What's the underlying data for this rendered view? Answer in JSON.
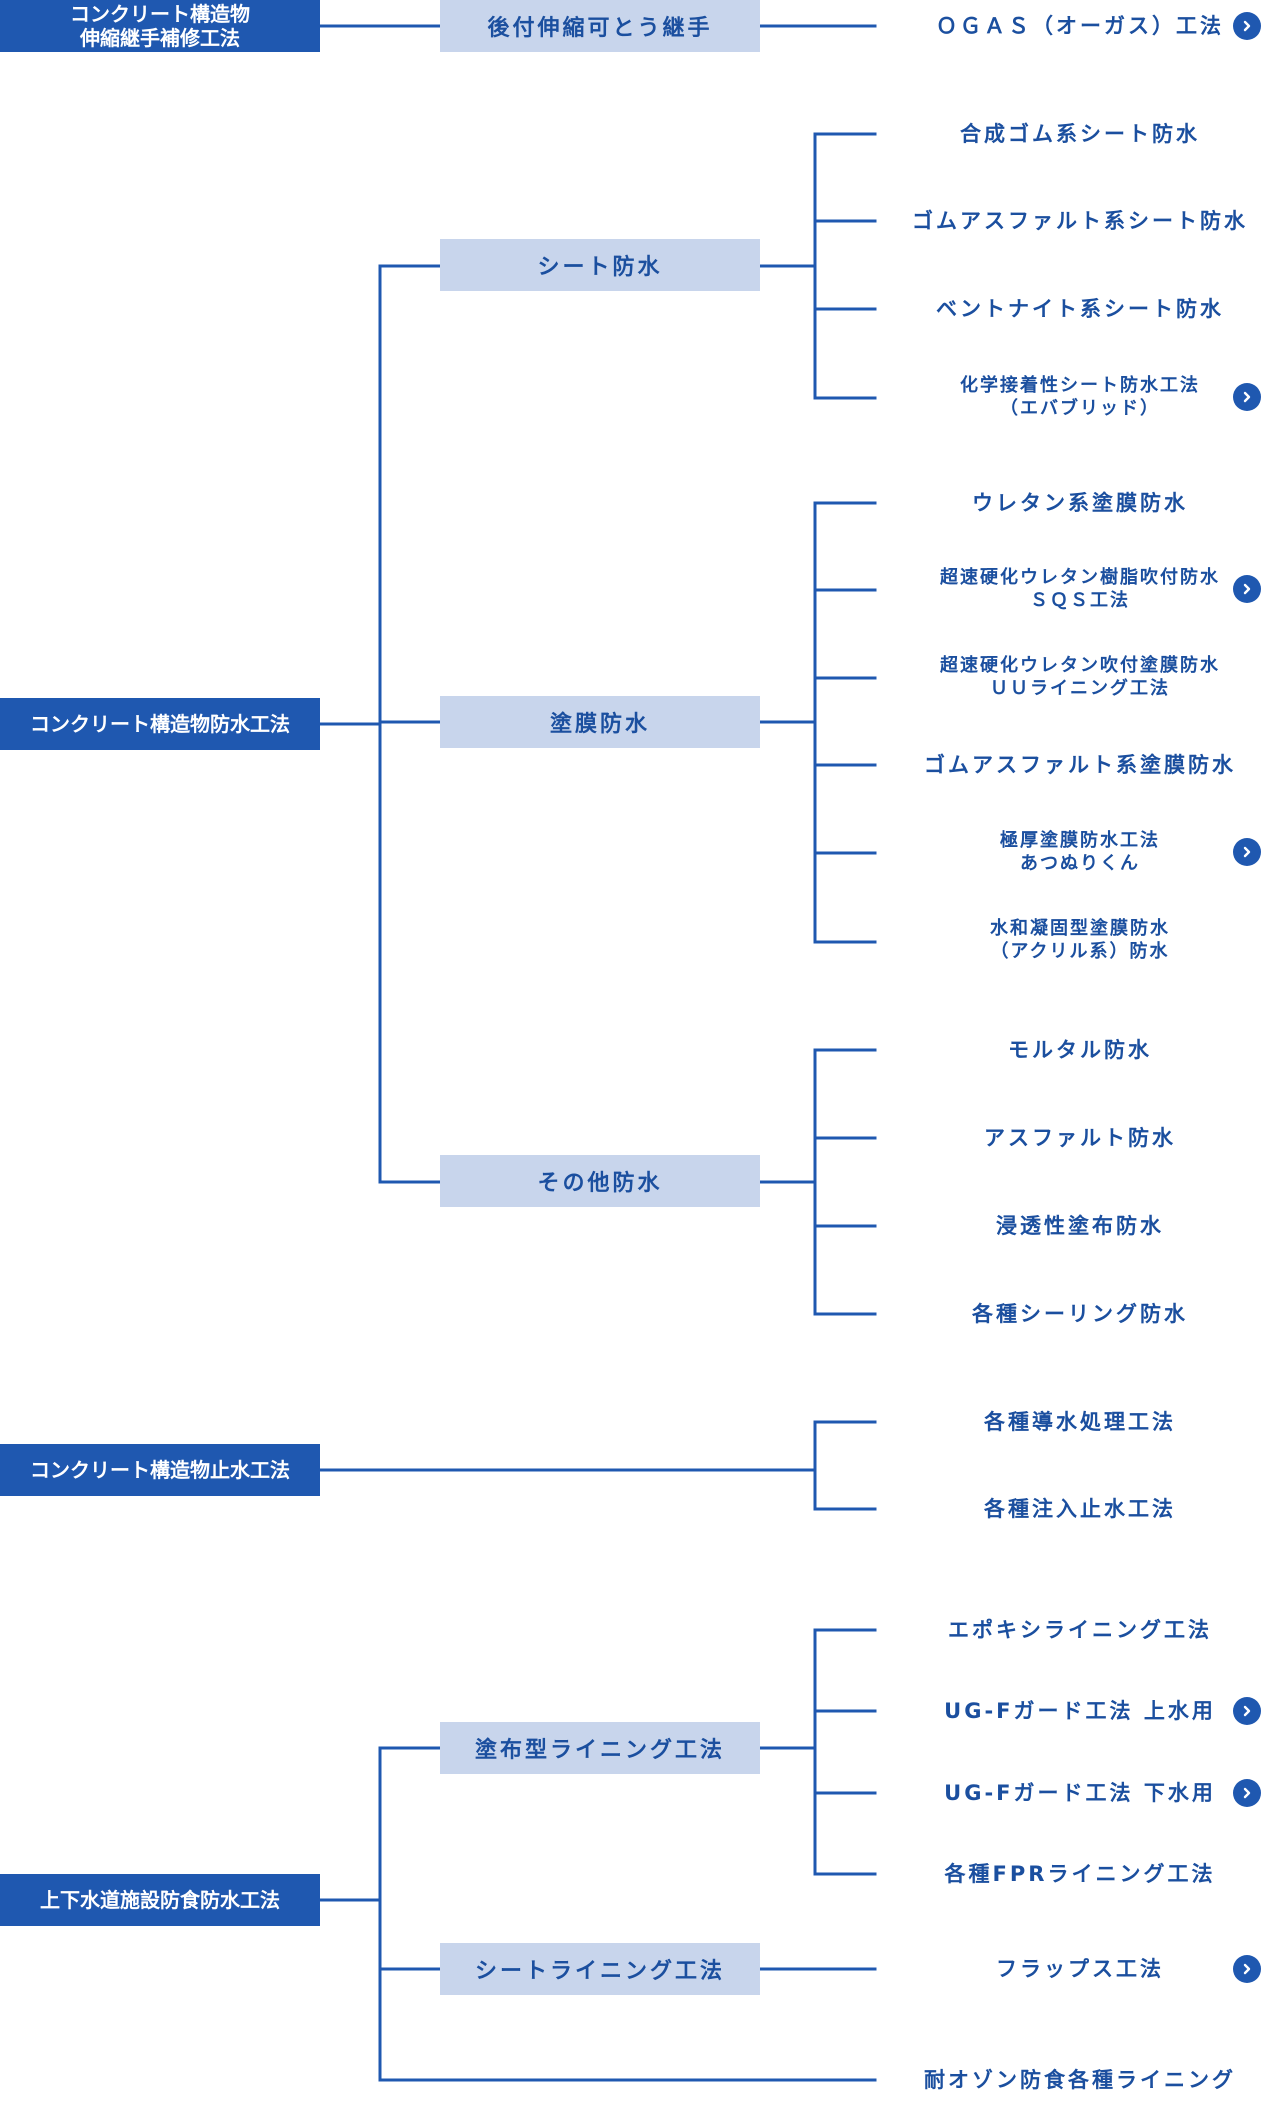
{
  "colors": {
    "primary": "#1f58b0",
    "sub_box": "#c8d5ec",
    "text": "#1b4f9f"
  },
  "categories": [
    {
      "label": "コンクリート構造物\n伸縮継手補修工法",
      "subs": [
        {
          "label": "後付伸縮可とう継手",
          "leaves": [
            {
              "label": "ＯＧＡＳ（オーガス）工法",
              "link": true
            }
          ]
        }
      ]
    },
    {
      "label": "コンクリート構造物防水工法",
      "subs": [
        {
          "label": "シート防水",
          "leaves": [
            {
              "label": "合成ゴム系シート防水"
            },
            {
              "label": "ゴムアスファルト系シート防水"
            },
            {
              "label": "ベントナイト系シート防水"
            },
            {
              "label": "化学接着性シート防水工法\n（エバブリッド）",
              "link": true
            }
          ]
        },
        {
          "label": "塗膜防水",
          "leaves": [
            {
              "label": "ウレタン系塗膜防水"
            },
            {
              "label": "超速硬化ウレタン樹脂吹付防水\nＳＱＳ工法",
              "link": true
            },
            {
              "label": "超速硬化ウレタン吹付塗膜防水\nＵＵライニング工法"
            },
            {
              "label": "ゴムアスファルト系塗膜防水"
            },
            {
              "label": "極厚塗膜防水工法\nあつぬりくん",
              "link": true
            },
            {
              "label": "水和凝固型塗膜防水\n（アクリル系）防水"
            }
          ]
        },
        {
          "label": "その他防水",
          "leaves": [
            {
              "label": "モルタル防水"
            },
            {
              "label": "アスファルト防水"
            },
            {
              "label": "浸透性塗布防水"
            },
            {
              "label": "各種シーリング防水"
            }
          ]
        }
      ]
    },
    {
      "label": "コンクリート構造物止水工法",
      "leaves": [
        {
          "label": "各種導水処理工法"
        },
        {
          "label": "各種注入止水工法"
        }
      ]
    },
    {
      "label": "上下水道施設防食防水工法",
      "subs": [
        {
          "label": "塗布型ライニング工法",
          "leaves": [
            {
              "label": "エポキシライニング工法"
            },
            {
              "label": "UG-Fガード工法 上水用",
              "link": true
            },
            {
              "label": "UG-Fガード工法 下水用",
              "link": true
            },
            {
              "label": "各種FPRライニング工法"
            }
          ]
        },
        {
          "label": "シートライニング工法",
          "leaves": [
            {
              "label": "フラップス工法",
              "link": true
            }
          ]
        }
      ],
      "leaves": [
        {
          "label": "耐オゾン防食各種ライニング"
        }
      ]
    }
  ]
}
